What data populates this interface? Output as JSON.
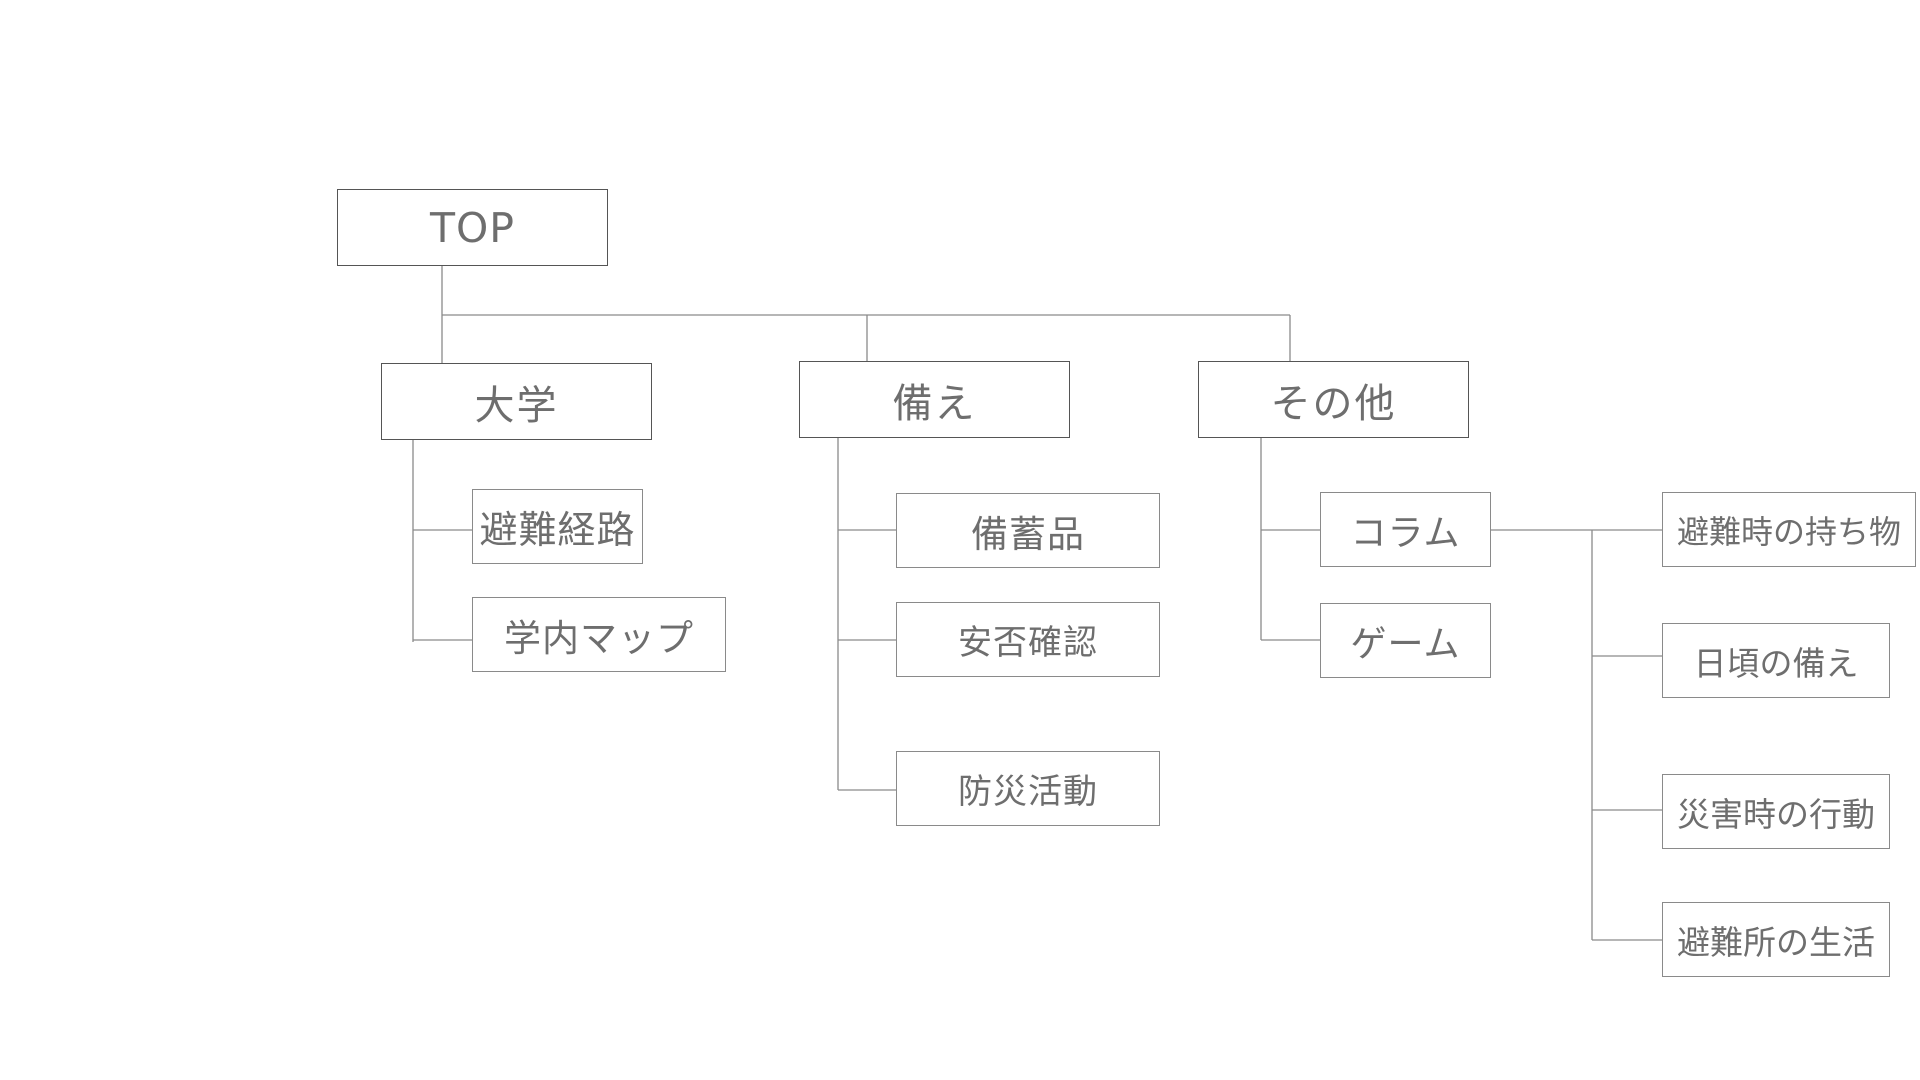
{
  "diagram": {
    "root": "TOP",
    "sections": {
      "daigaku": {
        "label": "大学",
        "items": [
          "避難経路",
          "学内マップ"
        ]
      },
      "sonae": {
        "label": "備え",
        "items": [
          "備蓄品",
          "安否確認",
          "防災活動"
        ]
      },
      "sonota": {
        "label": "その他",
        "items": [
          "コラム",
          "ゲーム"
        ],
        "column_items": [
          "避難時の持ち物",
          "日頃の備え",
          "災害時の行動",
          "避難所の生活"
        ]
      }
    }
  },
  "colors": {
    "line": "#8a8a8a",
    "border_dark": "#555555",
    "text": "#6e6e6e",
    "background": "#ffffff"
  }
}
